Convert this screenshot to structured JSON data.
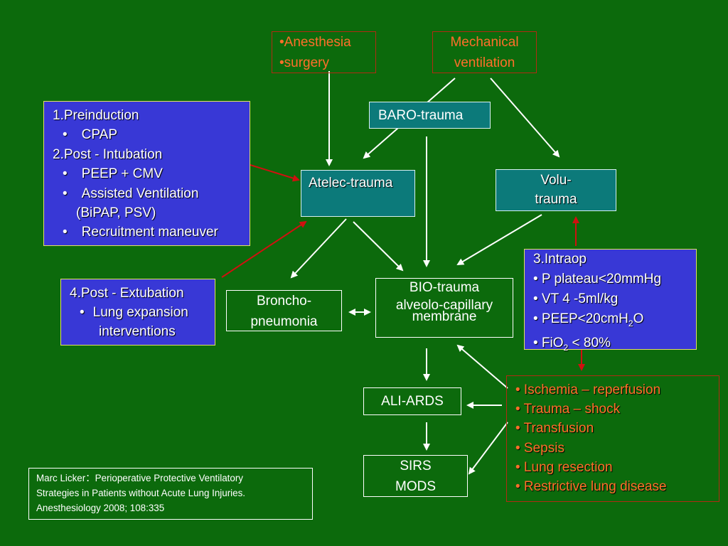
{
  "nodes": {
    "anesthesia": [
      "•Anesthesia",
      "•surgery"
    ],
    "mechanical": [
      "Mechanical",
      "ventilation"
    ],
    "baro": "BARO-trauma",
    "atelec": "Atelec-trauma",
    "volu": [
      "Volu-",
      "trauma"
    ],
    "broncho": [
      "Broncho-",
      "pneumonia"
    ],
    "bio": [
      "BIO-trauma",
      "alveolo-capillary",
      "membrane"
    ],
    "ali": "ALI-ARDS",
    "sirs": [
      "SIRS",
      "MODS"
    ]
  },
  "preinduction": {
    "l1": "1.Preinduction",
    "l2": "CPAP",
    "l3": "2.Post - Intubation",
    "l4": "PEEP + CMV",
    "l5": "Assisted Ventilation",
    "l6": "(BiPAP, PSV)",
    "l7": "Recruitment maneuver"
  },
  "postext": {
    "l1": "4.Post - Extubation",
    "l2": "Lung expansion",
    "l3": "interventions"
  },
  "intraop": {
    "title": "3.Intraop",
    "i1": "• P plateau<20mmHg",
    "i2": "• VT 4 -5ml/kg",
    "i3": "• PEEP<20cmH",
    "i3sub": "2",
    "i3end": "O",
    "i4": "• FiO",
    "i4sub": "2",
    "i4end": " < 80%"
  },
  "risks": [
    "• Ischemia – reperfusion",
    "• Trauma – shock",
    "• Transfusion",
    "• Sepsis",
    "• Lung resection",
    "• Restrictive lung disease"
  ],
  "citation": [
    "Marc Licker：Perioperative Protective Ventilatory",
    "Strategies in Patients without Acute Lung Injuries.",
    "Anesthesiology 2008; 108:335"
  ],
  "colors": {
    "background": "#0c6a0c",
    "teal": "#0c7a7a",
    "blue": "#3838d6",
    "orange": "#ff6f2a",
    "red_arrow": "#d01010"
  }
}
